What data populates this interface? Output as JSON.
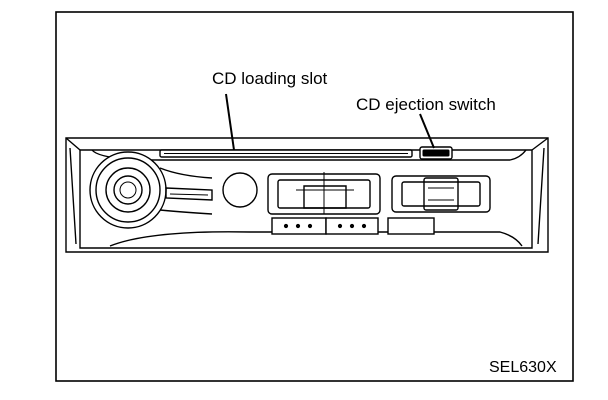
{
  "labels": {
    "cd_loading_slot": "CD loading slot",
    "cd_ejection_switch": "CD ejection switch"
  },
  "figure_code": "SEL630X"
}
